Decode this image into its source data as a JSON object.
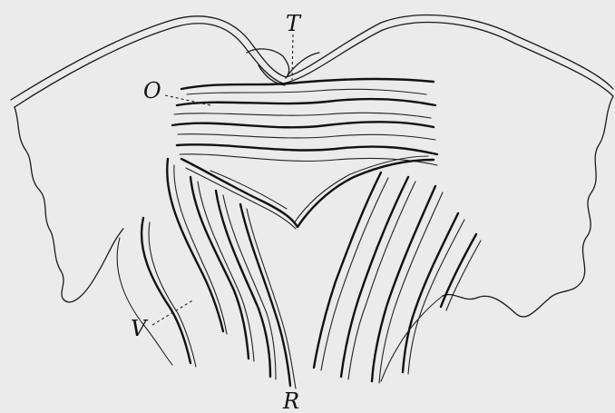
{
  "labels": {
    "T": "T",
    "O": "O",
    "V": "V",
    "R": "R"
  }
}
